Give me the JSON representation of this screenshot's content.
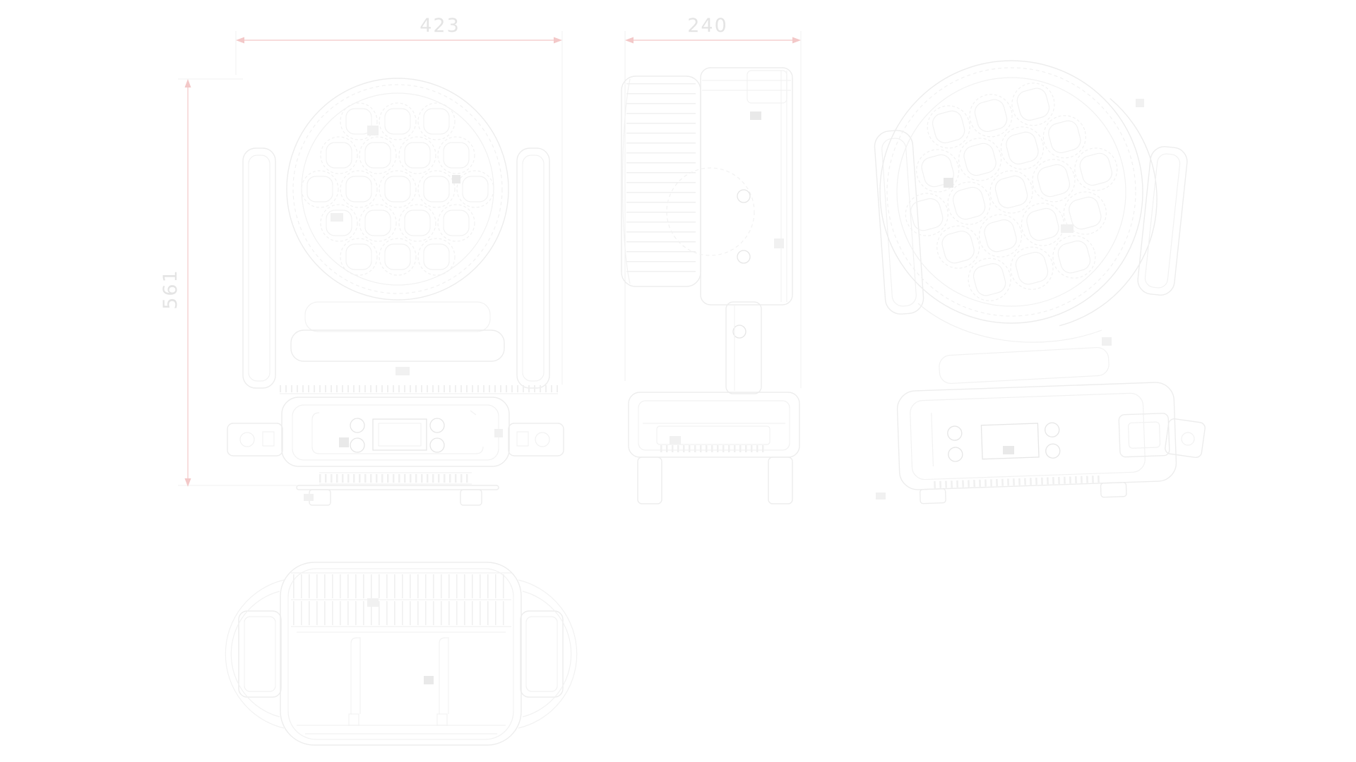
{
  "drawing": {
    "description": "Faint four-view dimensional line drawing of an LED moving-head wash light with 19-lens honeycomb front",
    "views": [
      "front",
      "side",
      "perspective",
      "top"
    ]
  },
  "dimensions": {
    "front_width_mm": "423",
    "front_height_mm": "561",
    "side_depth_mm": "240"
  },
  "colors": {
    "background": "#ffffff",
    "line": "#ededed",
    "line_accent": "#e6e6e6",
    "dimension_line": "#f3c8c8",
    "dimension_text": "#e4e4e4"
  }
}
